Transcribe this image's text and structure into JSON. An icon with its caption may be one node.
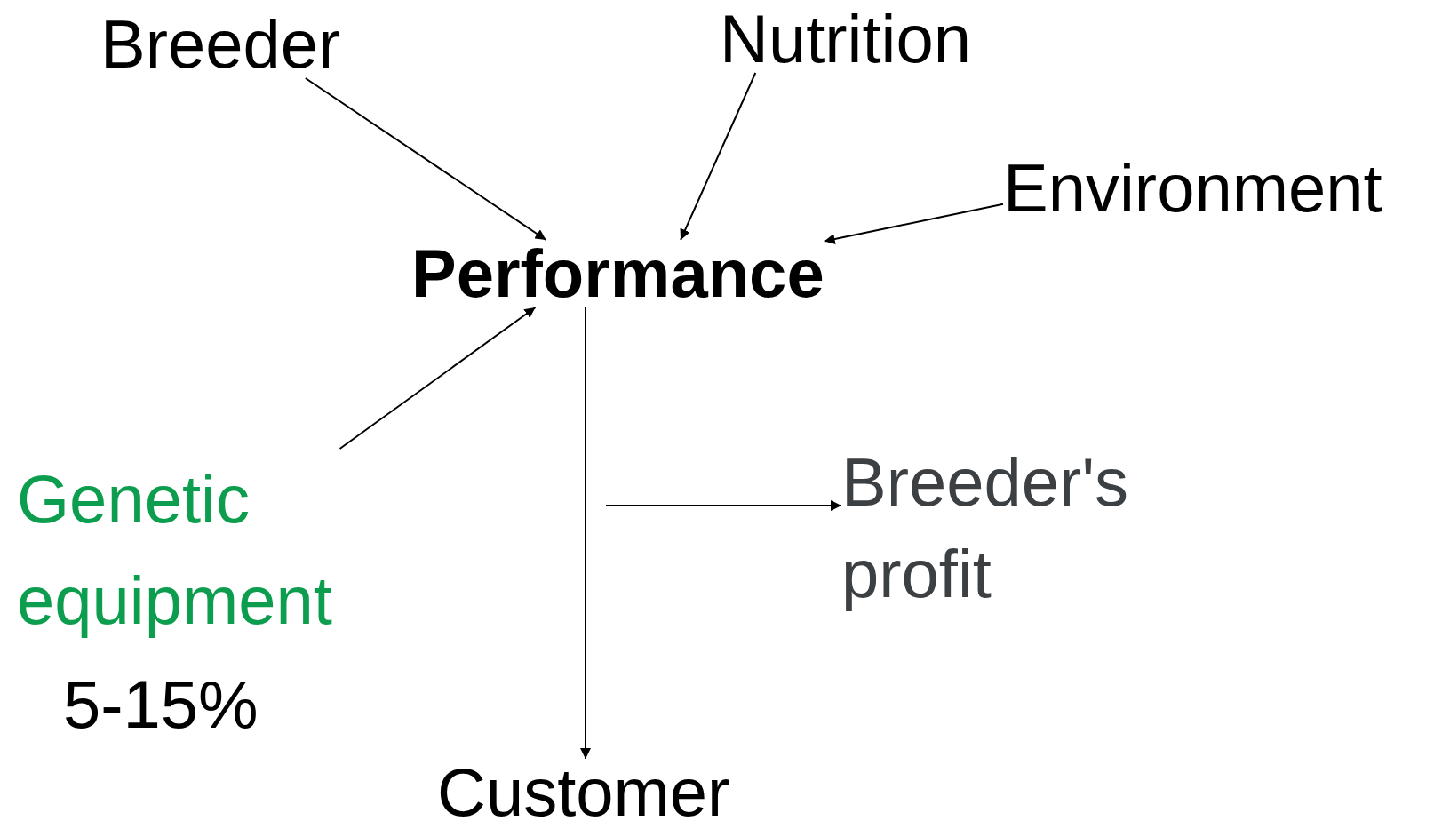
{
  "diagram": {
    "nodes": [
      {
        "text": [
          "Breeder"
        ]
      },
      {
        "text": [
          "Nutrition"
        ]
      },
      {
        "text": [
          "Environment"
        ]
      },
      {
        "text": [
          "Performance"
        ]
      },
      {
        "text": [
          "Genetic equipment"
        ],
        "beside": [
          "5-15%"
        ]
      },
      {
        "text": [
          "Breeder's profit"
        ]
      },
      {
        "text": [
          "Customer"
        ]
      }
    ],
    "edges": [
      {
        "from": 0,
        "to": 3,
        "arrow": "to"
      },
      {
        "from": 1,
        "to": 3,
        "arrow": "to"
      },
      {
        "from": 2,
        "to": 3,
        "arrow": "to"
      },
      {
        "from": 4,
        "to": 3,
        "arrow": "to"
      },
      {
        "from": 3,
        "to": 6,
        "arrow": "to"
      },
      {
        "from": null,
        "to": 5,
        "arrow": "to"
      }
    ]
  }
}
